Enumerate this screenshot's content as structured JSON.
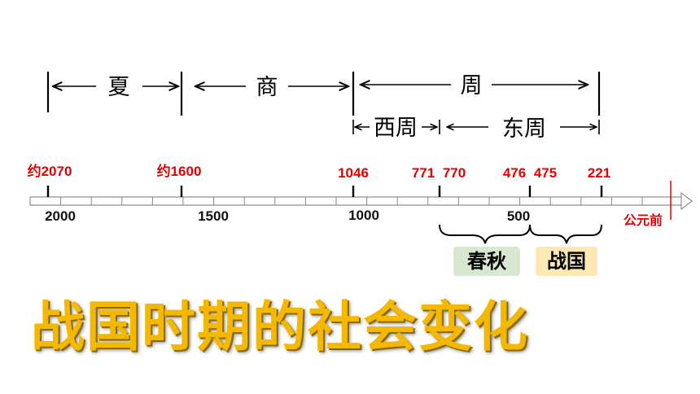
{
  "dynasties": {
    "xia": "夏",
    "shang": "商",
    "zhou": "周",
    "western_zhou": "西周",
    "eastern_zhou": "东周"
  },
  "red_years": {
    "y2070": "约2070",
    "y1600": "约1600",
    "y1046": "1046",
    "y771": "771",
    "y770": "770",
    "y476": "476",
    "y475": "475",
    "y221": "221"
  },
  "scale_labels": {
    "s2000": "2000",
    "s1500": "1500",
    "s1000": "1000",
    "s500": "500"
  },
  "era_label": "公元前",
  "periods": {
    "chunqiu": "春秋",
    "zhanguo": "战国"
  },
  "title": "战国时期的社会变化",
  "colors": {
    "year_red": "#e60000",
    "title_gold": "#f5b800",
    "chunqiu_bg": "#d8e8d0",
    "zhanguo_bg": "#fbe8b4"
  }
}
